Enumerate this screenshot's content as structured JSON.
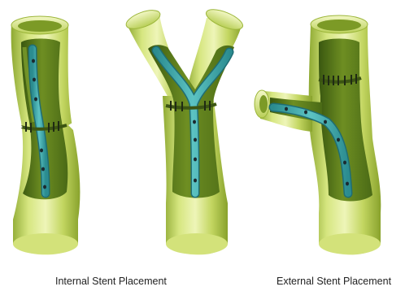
{
  "captions": {
    "internal": "Internal Stent Placement",
    "external": "External Stent Placement"
  },
  "colors": {
    "background": "#ffffff",
    "tube_outer": "#c9dc6a",
    "tube_highlight": "#eef5b8",
    "tube_shadow": "#93ad34",
    "lumen_dark": "#3e5d12",
    "lumen_mid": "#6c8b20",
    "stent_teal": "#3aa7a8",
    "stent_edge": "#1f6d74",
    "stent_holes": "#1b2a30",
    "caption_text": "#222222"
  },
  "figures": [
    {
      "name": "straight-vessel-with-internal-stent"
    },
    {
      "name": "y-bifurcated-vessel-with-internal-stent"
    },
    {
      "name": "t-branch-vessel-with-external-stent"
    }
  ]
}
